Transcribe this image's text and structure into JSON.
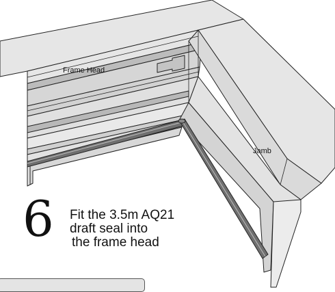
{
  "labels": {
    "frame_head": "Frame Head",
    "jamb": "Jamb"
  },
  "step": {
    "number": "6",
    "lines": [
      "Fit the 3.5m AQ21",
      "draft seal into",
      "the frame head"
    ]
  },
  "colors": {
    "frame_light": "#e6e6e6",
    "frame_mid": "#bcbcbc",
    "frame_dark": "#8a8a8a",
    "seal": "#6f6f6f",
    "outline": "#222222"
  }
}
